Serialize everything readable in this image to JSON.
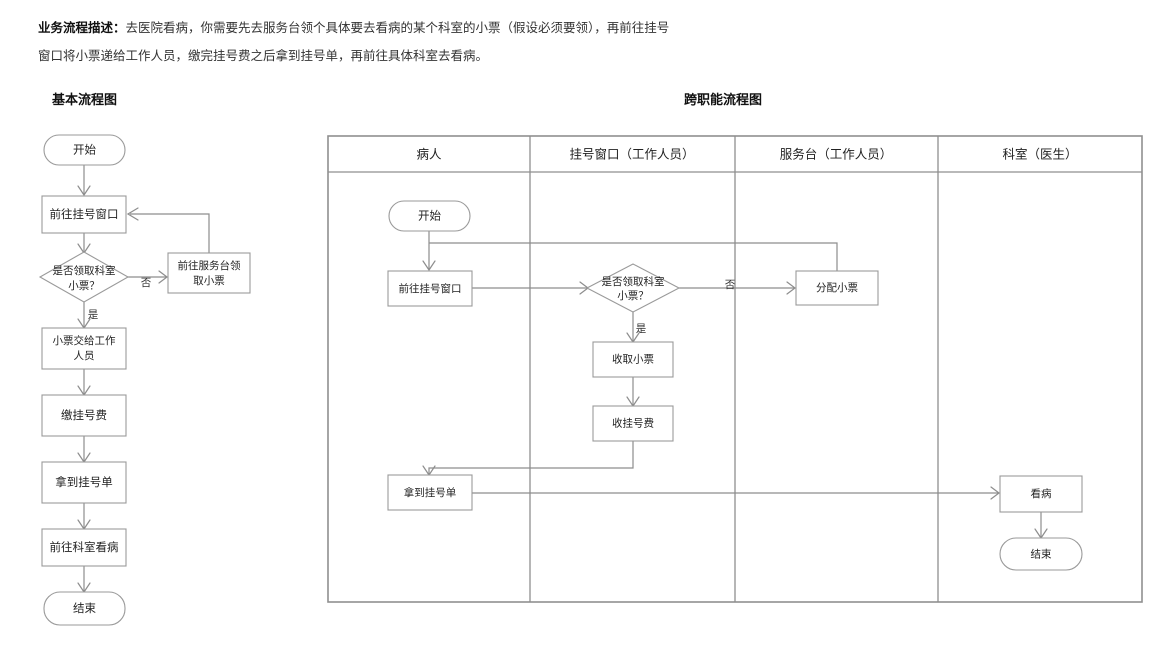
{
  "description": {
    "label": "业务流程描述：",
    "line1": "去医院看病，你需要先去服务台领个具体要去看病的某个科室的小票（假设必须要领），再前往挂号",
    "line2": "窗口将小票递给工作人员，缴完挂号费之后拿到挂号单，再前往具体科室去看病。"
  },
  "titles": {
    "basic": "基本流程图",
    "cross": "跨职能流程图"
  },
  "basic_flow": {
    "nodes": {
      "start": "开始",
      "goto_window": "前往挂号窗口",
      "decision_l1": "是否领取科室",
      "decision_l2": "小票？",
      "get_ticket_l1": "前往服务台领",
      "get_ticket_l2": "取小票",
      "hand_ticket_l1": "小票交给工作",
      "hand_ticket_l2": "人员",
      "pay_fee": "缴挂号费",
      "get_slip": "拿到挂号单",
      "goto_dept": "前往科室看病",
      "end": "结束"
    },
    "edges": {
      "no": "否",
      "yes": "是"
    }
  },
  "cross_flow": {
    "lanes": [
      "病人",
      "挂号窗口（工作人员）",
      "服务台（工作人员）",
      "科室（医生）"
    ],
    "nodes": {
      "start": "开始",
      "goto_window": "前往挂号窗口",
      "decision_l1": "是否领取科室",
      "decision_l2": "小票？",
      "assign_ticket": "分配小票",
      "collect_ticket": "收取小票",
      "collect_fee": "收挂号费",
      "get_slip": "拿到挂号单",
      "see_doctor": "看病",
      "end": "结束"
    },
    "edges": {
      "no": "否",
      "yes": "是"
    }
  },
  "colors": {
    "stroke": "#9a9a9a",
    "frame": "#8f8f8f",
    "text": "#222222",
    "background": "#ffffff"
  },
  "chart_data": {
    "type": "diagram",
    "title": "医院挂号看病业务流程图",
    "variants": [
      {
        "name": "基本流程图",
        "nodes": [
          {
            "id": "b1",
            "type": "terminator",
            "label": "开始"
          },
          {
            "id": "b2",
            "type": "process",
            "label": "前往挂号窗口"
          },
          {
            "id": "b3",
            "type": "decision",
            "label": "是否领取科室小票？"
          },
          {
            "id": "b4",
            "type": "process",
            "label": "前往服务台领取小票"
          },
          {
            "id": "b5",
            "type": "process",
            "label": "小票交给工作人员"
          },
          {
            "id": "b6",
            "type": "process",
            "label": "缴挂号费"
          },
          {
            "id": "b7",
            "type": "process",
            "label": "拿到挂号单"
          },
          {
            "id": "b8",
            "type": "process",
            "label": "前往科室看病"
          },
          {
            "id": "b9",
            "type": "terminator",
            "label": "结束"
          }
        ],
        "edges": [
          {
            "from": "b1",
            "to": "b2",
            "label": ""
          },
          {
            "from": "b2",
            "to": "b3",
            "label": ""
          },
          {
            "from": "b3",
            "to": "b4",
            "label": "否"
          },
          {
            "from": "b4",
            "to": "b2",
            "label": ""
          },
          {
            "from": "b3",
            "to": "b5",
            "label": "是"
          },
          {
            "from": "b5",
            "to": "b6",
            "label": ""
          },
          {
            "from": "b6",
            "to": "b7",
            "label": ""
          },
          {
            "from": "b7",
            "to": "b8",
            "label": ""
          },
          {
            "from": "b8",
            "to": "b9",
            "label": ""
          }
        ]
      },
      {
        "name": "跨职能流程图",
        "lanes": [
          "病人",
          "挂号窗口（工作人员）",
          "服务台（工作人员）",
          "科室（医生）"
        ],
        "nodes": [
          {
            "id": "c1",
            "type": "terminator",
            "label": "开始",
            "lane": "病人"
          },
          {
            "id": "c2",
            "type": "process",
            "label": "前往挂号窗口",
            "lane": "病人"
          },
          {
            "id": "c3",
            "type": "decision",
            "label": "是否领取科室小票？",
            "lane": "挂号窗口（工作人员）"
          },
          {
            "id": "c4",
            "type": "process",
            "label": "分配小票",
            "lane": "服务台（工作人员）"
          },
          {
            "id": "c5",
            "type": "process",
            "label": "收取小票",
            "lane": "挂号窗口（工作人员）"
          },
          {
            "id": "c6",
            "type": "process",
            "label": "收挂号费",
            "lane": "挂号窗口（工作人员）"
          },
          {
            "id": "c7",
            "type": "process",
            "label": "拿到挂号单",
            "lane": "病人"
          },
          {
            "id": "c8",
            "type": "process",
            "label": "看病",
            "lane": "科室（医生）"
          },
          {
            "id": "c9",
            "type": "terminator",
            "label": "结束",
            "lane": "科室（医生）"
          }
        ],
        "edges": [
          {
            "from": "c1",
            "to": "c2",
            "label": ""
          },
          {
            "from": "c2",
            "to": "c3",
            "label": ""
          },
          {
            "from": "c3",
            "to": "c4",
            "label": "否"
          },
          {
            "from": "c4",
            "to": "c2",
            "label": ""
          },
          {
            "from": "c3",
            "to": "c5",
            "label": "是"
          },
          {
            "from": "c5",
            "to": "c6",
            "label": ""
          },
          {
            "from": "c6",
            "to": "c7",
            "label": ""
          },
          {
            "from": "c7",
            "to": "c8",
            "label": ""
          },
          {
            "from": "c8",
            "to": "c9",
            "label": ""
          }
        ]
      }
    ]
  }
}
